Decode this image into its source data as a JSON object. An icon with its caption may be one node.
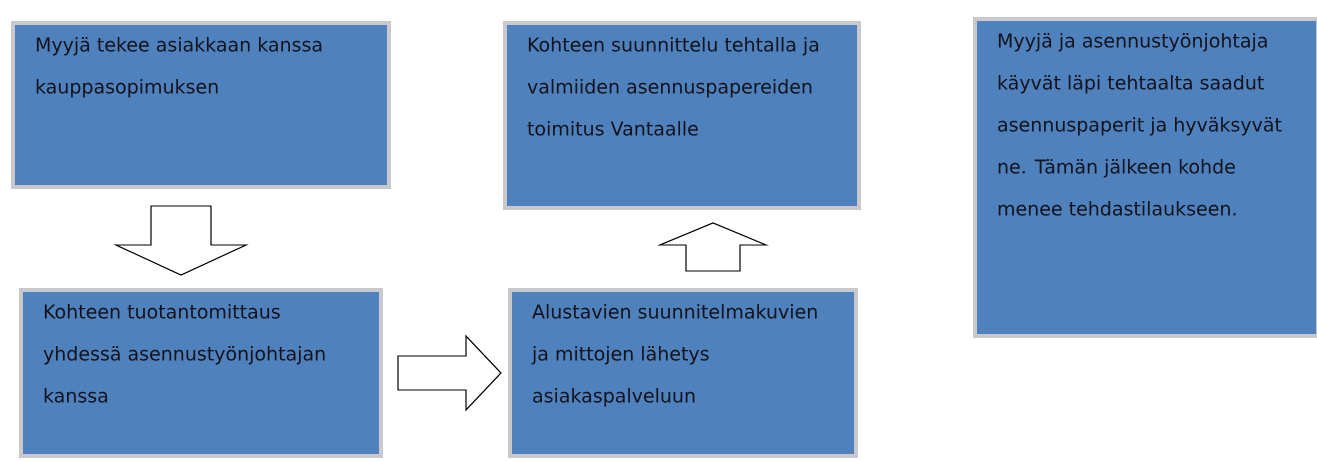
{
  "diagram": {
    "nodes": [
      {
        "text": [
          "Myyjä tekee asiakkaan kanssa kauppasopimuksen"
        ]
      },
      {
        "text": [
          "Kohteen tuotantomittaus yhdessä asennustyönjohtajan kanssa"
        ]
      },
      {
        "text": [
          "Alustavien suunnitelmakuvien ja mittojen lähetys asiakaspalveluun"
        ]
      },
      {
        "text": [
          "Kohteen suunnittelu tehtalla ja valmiiden asennuspapereiden toimitus Vantaalle"
        ]
      },
      {
        "text": [
          "Myyjä ja asennustyönjohtaja käyvät läpi tehtaalta saadut asennuspaperit ja hyväksyvät ne. Tämän jälkeen kohde menee tehdastilaukseen."
        ]
      }
    ],
    "edges": [
      {
        "from": 0,
        "to": 1,
        "arrow": "to"
      },
      {
        "from": 1,
        "to": 2,
        "arrow": "to"
      },
      {
        "from": 2,
        "to": 3,
        "arrow": "to"
      }
    ]
  }
}
